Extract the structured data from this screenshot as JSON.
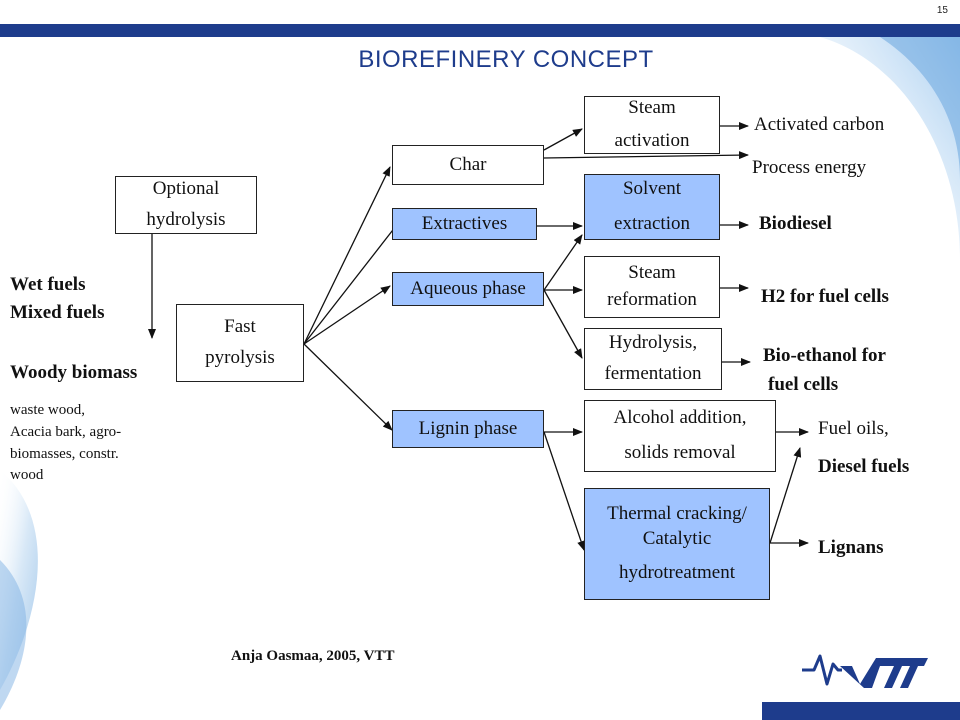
{
  "page_number": "15",
  "title": "BIOREFINERY CONCEPT",
  "feedstock": {
    "wet_fuels": "Wet fuels",
    "mixed_fuels": "Mixed fuels",
    "woody_biomass": "Woody biomass",
    "examples": [
      "waste wood,",
      "Acacia bark, agro-",
      "biomasses,  constr.",
      "wood"
    ]
  },
  "boxes": {
    "optional_hydrolysis": [
      "Optional",
      "hydrolysis"
    ],
    "fast_pyrolysis": [
      "Fast",
      "pyrolysis"
    ],
    "char": "Char",
    "extractives": "Extractives",
    "aqueous_phase": "Aqueous phase",
    "lignin_phase": "Lignin phase",
    "steam_activation": [
      "Steam",
      "activation"
    ],
    "solvent_extraction": [
      "Solvent",
      "extraction"
    ],
    "steam_reformation": [
      "Steam",
      "reformation"
    ],
    "hydrolysis_fermentation": [
      "Hydrolysis,",
      "fermentation"
    ],
    "alcohol_addition": [
      "Alcohol addition,",
      "solids removal"
    ],
    "thermal_cracking": [
      "Thermal cracking/",
      "Catalytic",
      "hydrotreatment"
    ]
  },
  "products": {
    "activated_carbon": "Activated carbon",
    "process_energy": "Process energy",
    "biodiesel": "Biodiesel",
    "h2": "H2 for fuel cells",
    "bio_ethanol": [
      "Bio-ethanol for",
      "fuel cells"
    ],
    "fuel_oils": "Fuel oils,",
    "diesel_fuels": "Diesel fuels",
    "lignans": "Lignans"
  },
  "credit": "Anja Oasmaa, 2005, VTT",
  "logo_text": "VTT",
  "colors": {
    "brand_blue": "#1e3c8c",
    "box_blue": "#9fc3ff",
    "swirl": "#bcd9f2"
  }
}
